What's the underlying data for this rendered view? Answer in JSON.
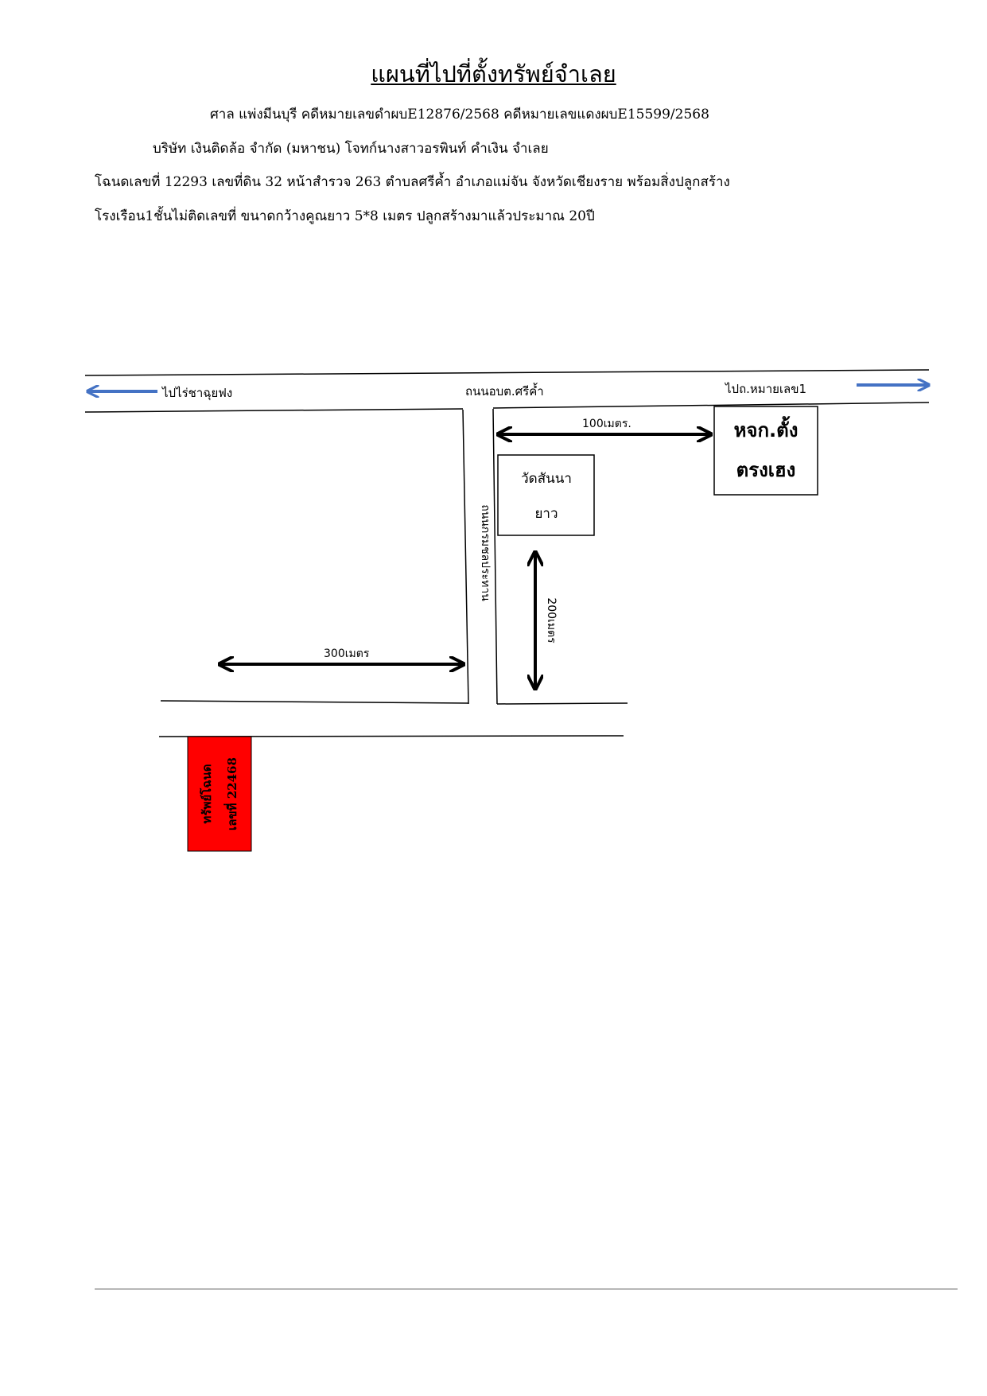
{
  "header": {
    "title": "แผนที่ไปที่ตั้งทรัพย์จำเลย",
    "court_line": "ศาล แพ่งมีนบุรี คดีหมายเลขดำผบE12876/2568  คดีหมายเลขแดงผบE15599/2568",
    "parties_line": "บริษัท เงินติดล้อ จำกัด (มหาชน)  โจทก์นางสาวอรพินท์ คำเงิน จำเลย",
    "deed_line": "โฉนดเลขที่  12293   เลขที่ดิน 32  หน้าสำรวจ 263  ตำบลศรีค้ำ  อำเภอแม่จัน จังหวัดเชียงราย  พร้อมสิ่งปลูกสร้าง",
    "building_line": "โรงเรือน1ชั้นไม่ติดเลขที่ ขนาดกว้างคูณยาว 5*8 เมตร ปลูกสร้างมาแล้วประมาณ 20ปี"
  },
  "map": {
    "to_left": "ไปไร่ชาฉุยฟง",
    "main_road": "ถนนอบต.ศรีค้ำ",
    "to_right": "ไปถ.หมายเลข1",
    "dist_100": "100เมตร.",
    "dist_200": "200เมตร",
    "dist_300": "300เมตร",
    "side_road": "ถนนกรมชลประทาน",
    "temple_line1": "วัดสันนา",
    "temple_line2": "ยาว",
    "shop_line1": "หจก.ตั้ง",
    "shop_line2": "ตรงเฮง",
    "property_line1": "ทรัพย์โฉนด",
    "property_line2": "เลขที่ 22468"
  },
  "colors": {
    "arrow_blue": "#4472c4",
    "property_red": "#ff0000",
    "line_black": "#000000"
  }
}
